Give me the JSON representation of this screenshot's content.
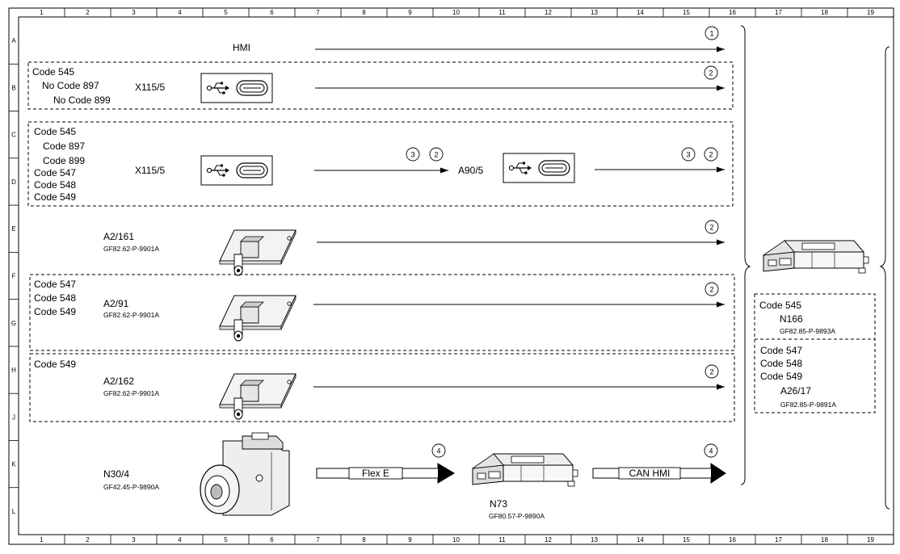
{
  "grid": {
    "columns": [
      "1",
      "2",
      "3",
      "4",
      "5",
      "6",
      "7",
      "8",
      "9",
      "10",
      "11",
      "12",
      "13",
      "14",
      "15",
      "16",
      "17",
      "18",
      "19"
    ],
    "rows": [
      "A",
      "B",
      "C",
      "D",
      "E",
      "F",
      "G",
      "H",
      "J",
      "K",
      "L"
    ]
  },
  "rows": {
    "hmi": {
      "label": "HMI",
      "marker": "1"
    },
    "usb_single": {
      "codes": [
        "Code 545",
        "No Code 897",
        "No Code 899"
      ],
      "connector": "X115/5",
      "marker": "2"
    },
    "usb_hub": {
      "codes": [
        "Code 545",
        "Code 897",
        "Code 899",
        "Code 547",
        "Code 548",
        "Code 549"
      ],
      "connector": "X115/5",
      "markers_left": [
        "3",
        "2"
      ],
      "hub": "A90/5",
      "markers_right": [
        "3",
        "2"
      ]
    },
    "antenna1": {
      "label": "A2/161",
      "doc": "GF82.62-P-9901A",
      "marker": "2"
    },
    "antenna2": {
      "codes": [
        "Code 547",
        "Code 548",
        "Code 549"
      ],
      "label": "A2/91",
      "doc": "GF82.62-P-9901A",
      "marker": "2"
    },
    "antenna3": {
      "codes": [
        "Code 549"
      ],
      "label": "A2/162",
      "doc": "GF82.62-P-9901A",
      "marker": "2"
    },
    "camera": {
      "label": "N30/4",
      "doc": "GF42.45-P-9890A",
      "bus1": "Flex E",
      "marker1": "4",
      "gateway": "N73",
      "gateway_doc": "GF80.57-P-9890A",
      "bus2": "CAN HMI",
      "marker2": "4"
    }
  },
  "target": {
    "group1": {
      "codes": [
        "Code 545"
      ],
      "label": "N166",
      "doc": "GF82.85-P-9893A"
    },
    "group2": {
      "codes": [
        "Code 547",
        "Code 548",
        "Code 549"
      ],
      "label": "A26/17",
      "doc": "GF82.85-P-9891A"
    }
  }
}
